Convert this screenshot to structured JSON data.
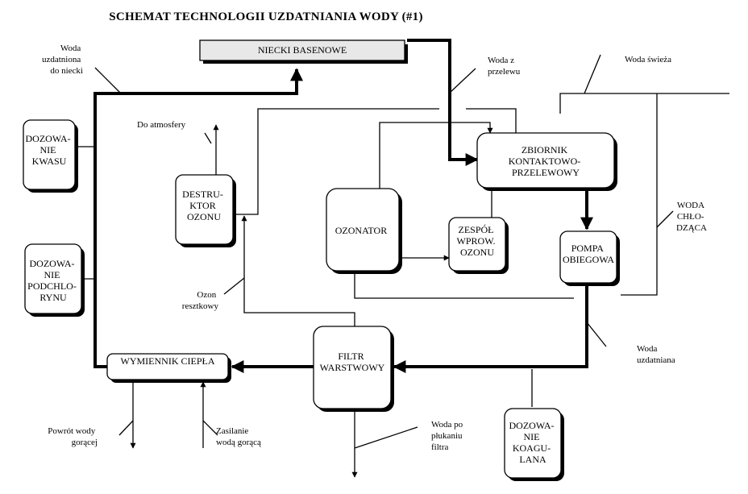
{
  "title": "SCHEMAT TECHNOLOGII UZDATNIANIA WODY (#1)",
  "boxes": {
    "niecki": [
      "NIECKI BASENOWE"
    ],
    "dozowanie_kwasu": [
      "DOZOWA-",
      "NIE",
      "KWASU"
    ],
    "dozowanie_podchlorynu": [
      "DOZOWA-",
      "NIE",
      "PODCHLO-",
      "RYNU"
    ],
    "destruktor": [
      "DESTRU-",
      "KTOR",
      "OZONU"
    ],
    "ozonator": [
      "OZONATOR"
    ],
    "zespol": [
      "ZESPÓŁ",
      "WPROW.",
      "OZONU"
    ],
    "zbiornik": [
      "ZBIORNIK",
      "KONTAKTOWO-",
      "PRZELEWOWY"
    ],
    "pompa": [
      "POMPA",
      "OBIEGOWA"
    ],
    "filtr": [
      "FILTR",
      "WARSTWOWY"
    ],
    "wymiennik": [
      "WYMIENNIK CIEPŁA"
    ],
    "dozowanie_koagulanta": [
      "DOZOWA-",
      "NIE",
      "KOAGU-",
      "LANA"
    ]
  },
  "labels": {
    "woda_uzdatniona_do_niecki": [
      "Woda",
      "uzdatniona",
      "do niecki"
    ],
    "woda_z_przelewu": [
      "Woda z",
      "przelewu"
    ],
    "woda_swieza": [
      "Woda świeża"
    ],
    "do_atmosfery": [
      "Do atmosfery"
    ],
    "woda_chlodzaca": [
      "WODA",
      "CHŁO-",
      "DZĄCA"
    ],
    "ozon_resztkowy": [
      "Ozon",
      "resztkowy"
    ],
    "woda_uzdatniana": [
      "Woda",
      "uzdatniana"
    ],
    "powrot_wody": [
      "Powrót wody",
      "gorącej"
    ],
    "zasilanie": [
      "Zasilanie",
      "wodą gorącą"
    ],
    "woda_po_plukaniu": [
      "Woda po",
      "płukaniu",
      "filtra"
    ]
  }
}
